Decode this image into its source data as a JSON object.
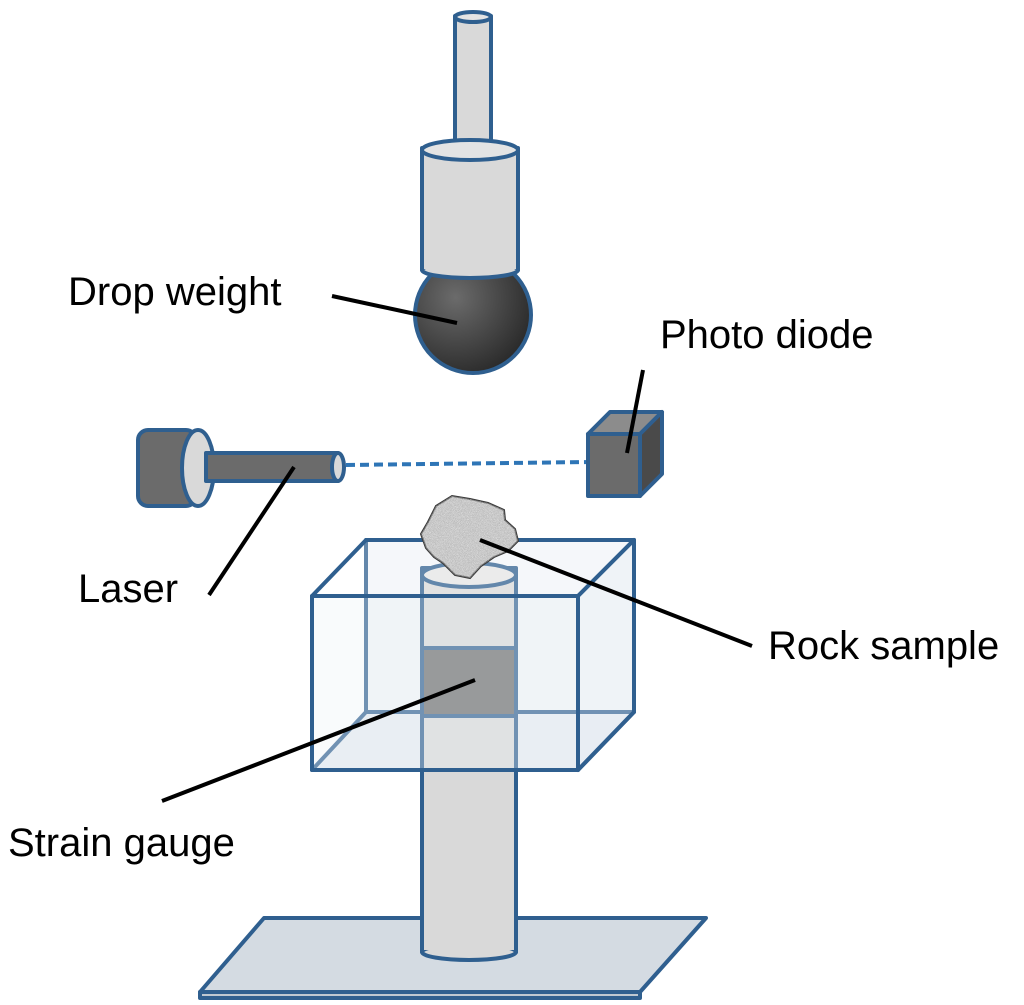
{
  "labels": {
    "drop_weight": "Drop weight",
    "photo_diode": "Photo diode",
    "laser": "Laser",
    "rock_sample": "Rock sample",
    "strain_gauge": "Strain gauge"
  },
  "colors": {
    "outline": "#2f5f8f",
    "metal_light": "#d9d9d9",
    "metal_dark": "#595959",
    "beam": "#2e75b6",
    "box_glass": "#e8eef4",
    "leader": "#000000"
  }
}
